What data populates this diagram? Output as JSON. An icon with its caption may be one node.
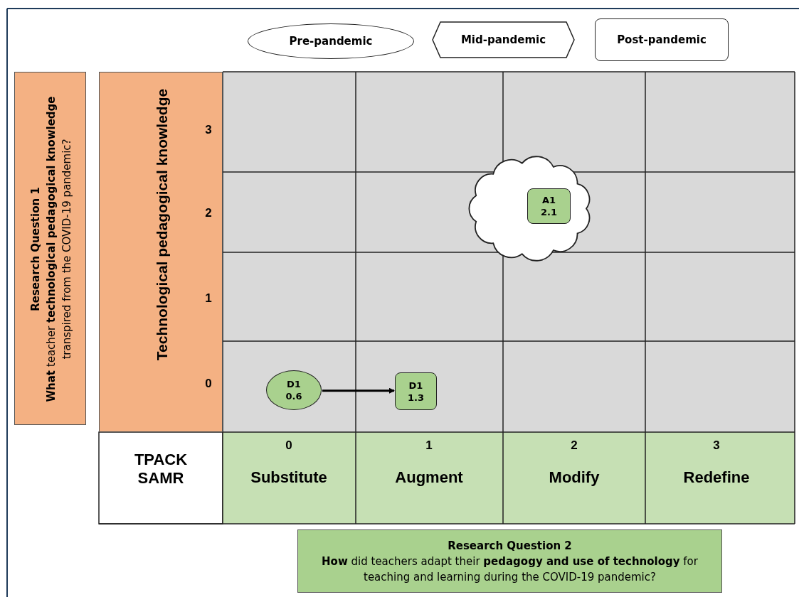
{
  "diagram": {
    "nodes": [
      {
        "text": [
          "Pre-pandemic"
        ]
      },
      {
        "text": [
          "Mid-pandemic"
        ]
      },
      {
        "text": [
          "Post-pandemic"
        ]
      },
      {
        "text": [
          "Research Question 1",
          "**What** teacher **technological pedagogical knowledge** transpired from the COVID-19 pandemic?"
        ]
      },
      {
        "text": [
          "Technological pedagogical knowledge"
        ]
      },
      {
        "text": [],
        "shape": "cloud"
      },
      {
        "text": [
          "A1",
          "2.1"
        ],
        "in": 5
      },
      {
        "text": [
          "D1",
          "0.6"
        ]
      },
      {
        "text": [
          "D1",
          "1.3"
        ]
      },
      {
        "text": [
          "Research Question 2",
          "**How** did teachers adapt their **pedagogy and use of technology** for teaching and learning during the COVID-19 pandemic?"
        ]
      }
    ],
    "edges": [
      {
        "from": 7,
        "to": 8,
        "arrow": "to"
      }
    ],
    "labels": [
      "3",
      "2",
      "1",
      "0",
      "TPACK SAMR",
      "0",
      "Substitute",
      "1",
      "Augment",
      "2",
      "Modify",
      "3",
      "Redefine"
    ]
  }
}
